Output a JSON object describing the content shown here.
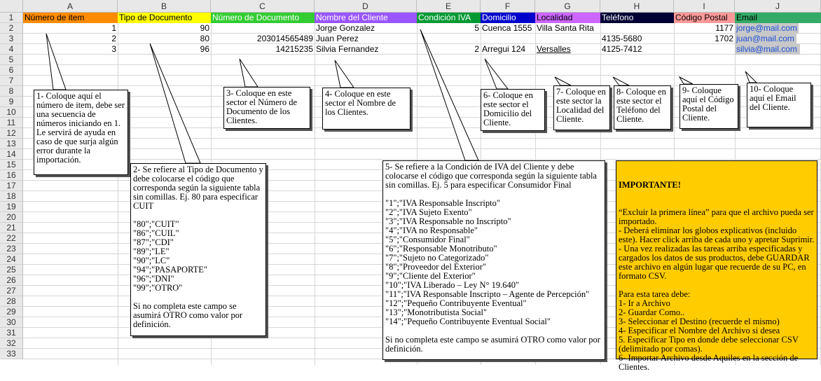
{
  "columns": [
    "A",
    "B",
    "C",
    "D",
    "E",
    "F",
    "G",
    "H",
    "I",
    "J"
  ],
  "rows": [
    "1",
    "2",
    "3",
    "4",
    "5",
    "6",
    "7",
    "8",
    "9",
    "10",
    "11",
    "12",
    "13",
    "14",
    "15",
    "16",
    "17",
    "18",
    "19",
    "20",
    "21",
    "22",
    "23",
    "24",
    "25",
    "26",
    "27",
    "28",
    "29",
    "30",
    "31",
    "32",
    "33"
  ],
  "headers": {
    "a": {
      "label": "Número de item",
      "bg": "#ff8c00",
      "color": "#000000"
    },
    "b": {
      "label": "Tipo de Documento",
      "bg": "#ffff00",
      "color": "#000000"
    },
    "c": {
      "label": "Número de Documento",
      "bg": "#33cc33",
      "color": "#ffffff"
    },
    "d": {
      "label": "Nombre del Cliente",
      "bg": "#9955ff",
      "color": "#ffffff"
    },
    "e": {
      "label": "Condición IVA",
      "bg": "#009933",
      "color": "#ffffff"
    },
    "f": {
      "label": "Domicilio",
      "bg": "#0000cc",
      "color": "#ffffff"
    },
    "g": {
      "label": "Localidad",
      "bg": "#cc66ff",
      "color": "#000000"
    },
    "h": {
      "label": "Teléfono",
      "bg": "#000033",
      "color": "#ffffff"
    },
    "i": {
      "label": "Código Postal",
      "bg": "#ff9999",
      "color": "#000000"
    },
    "j": {
      "label": "Email",
      "bg": "#33aa66",
      "color": "#000000"
    }
  },
  "data_rows": [
    {
      "a": "1",
      "b": "90",
      "c": "",
      "d": "Jorge Gonzalez",
      "e": "5",
      "f": "Cuenca 1555",
      "g": "Villa Santa Rita",
      "h": "",
      "i": "1177",
      "j": "jorge@mail.com"
    },
    {
      "a": "2",
      "b": "80",
      "c": "203014565489",
      "d": "Juan Perez",
      "e": "",
      "f": "",
      "g": "",
      "h": "4135-5680",
      "i": "1702",
      "j": "juan@mail.com"
    },
    {
      "a": "3",
      "b": "96",
      "c": "14215235",
      "d": "Silvia Fernandez",
      "e": "2",
      "f": "Arregui 124",
      "g": "Versalles",
      "h": "4125-7412",
      "i": "",
      "j": "silvia@mail.com"
    }
  ],
  "callouts": {
    "c1": "1- Coloque aquí el número de item, debe ser una secuencia de números iniciando en 1. Le servirá de ayuda en caso de que surja algún error durante la importación.",
    "c2": "2- Se refiere al Tipo de Documento y debe colocarse el código que corresponda según la siguiente tabla sin comillas. Ej. 80 para especificar CUIT\n\n\"80\";\"CUIT\"\n\"86\";\"CUIL\"\n\"87\";\"CDI\"\n\"89\";\"LE\"\n\"90\";\"LC\"\n\"94\";\"PASAPORTE\"\n\"96\";\"DNI\"\n\"99\";\"OTRO\"\n\nSi no completa este campo se asumirá OTRO como valor por definición.",
    "c3": "3- Coloque en este sector el Número de Documento de los Clientes.",
    "c4": "4- Coloque en este sector el Nombre de los Clientes.",
    "c5": "5- Se refiere a la Condición de IVA del Cliente y debe colocarse el código que corresponda según la siguiente tabla sin comillas. Ej. 5 para especificar Consumidor Final\n\n\"1\";\"IVA Responsable Inscripto\"\n\"2\";\"IVA Sujeto Exento\"\n\"3\";\"IVA Responsable no Inscripto\"\n\"4\";\"IVA no Responsable\"\n\"5\";\"Consumidor Final\"\n\"6\";\"Responsable Monotributo\"\n\"7\";\"Sujeto no Categorizado\"\n\"8\";\"Proveedor del Exterior\"\n\"9\";\"Cliente del Exterior\"\n\"10\";\"IVA Liberado – Ley N° 19.640\"\n\"11\";\"IVA Responsable Inscripto – Agente de Percepción\"\n\"12\";\"Pequeño Contribuyente Eventual\"\n\"13\";\"Monotributista Social\"\n\"14\";\"Pequeño Contribuyente Eventual Social\"\n\nSi no completa este campo se asumirá OTRO como valor por definición.",
    "c6": "6- Coloque en este sector el Domicilio del Cliente.",
    "c7": "7- Coloque en este sector la Localidad del Cliente.",
    "c8": "8- Coloque en este sector el Teléfono del Cliente.",
    "c9": "9- Coloque aquí el Código Postal del Cliente.",
    "c10": "10- Coloque aquí el Email del Cliente."
  },
  "important": {
    "title": "IMPORTANTE!",
    "body": "“Excluir la primera línea” para que el archivo pueda ser importado.\n- Deberá eliminar los globos explicativos (incluido este). Hacer click arriba de cada uno y apretar Suprimir.\n- Una vez realizadas las tareas arriba especificadas y cargados los datos de sus productos, debe GUARDAR este archivo en algún lugar que recuerde de su PC, en formato CSV.\n\nPara esta tarea debe:\n1- Ir a Archivo\n2- Guardar Como..\n3- Seleccionar el Destino (recuerde el mismo)\n4- Especificar el Nombre del Archivo si desea\n5. Especificar Tipo en donde debe seleccionar CSV (delimitado por comas).\n6- Importar Archivo desde Aquiles en la sección de Clientes.",
    "bg": "#ffcc00"
  }
}
